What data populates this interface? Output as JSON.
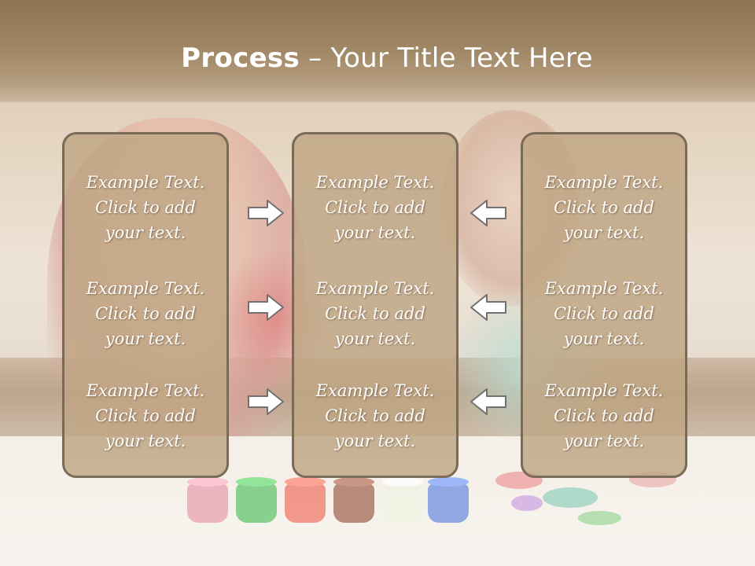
{
  "slide": {
    "title_bold": "Process",
    "title_rest": " – Your Title Text Here"
  },
  "columns": [
    {
      "cells": [
        {
          "line1": "Example Text.",
          "line2": "Click  to add",
          "line3": "your text."
        },
        {
          "line1": "Example Text.",
          "line2": "Click  to add",
          "line3": "your text."
        },
        {
          "line1": "Example Text.",
          "line2": "Click  to add",
          "line3": "your text."
        }
      ]
    },
    {
      "cells": [
        {
          "line1": "Example Text.",
          "line2": "Click  to add",
          "line3": "your text."
        },
        {
          "line1": "Example Text.",
          "line2": "Click  to add",
          "line3": "your text."
        },
        {
          "line1": "Example Text.",
          "line2": "Click  to add",
          "line3": "your text."
        }
      ]
    },
    {
      "cells": [
        {
          "line1": "Example Text.",
          "line2": "Click  to add",
          "line3": "your text."
        },
        {
          "line1": "Example Text.",
          "line2": "Click  to add",
          "line3": "your text."
        },
        {
          "line1": "Example Text.",
          "line2": "Click  to add",
          "line3": "your text."
        }
      ]
    }
  ],
  "arrows": {
    "left_group": "arrow-right-icon",
    "right_group": "arrow-left-icon"
  },
  "colors": {
    "header": "#9e8563",
    "box_fill": "#bea582",
    "box_border": "#7a6a58",
    "arrow_fill": "#ffffff",
    "arrow_stroke": "#707070"
  }
}
